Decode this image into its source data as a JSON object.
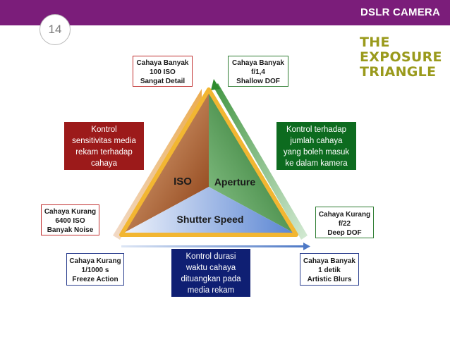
{
  "header": {
    "title": "DSLR CAMERA",
    "slide_number": "14"
  },
  "brand": {
    "lines": [
      "THE",
      "EXPOSURE",
      "TRIANGLE"
    ]
  },
  "triangle": {
    "iso_label": "ISO",
    "aperture_label": "Aperture",
    "shutter_label": "Shutter Speed"
  },
  "iso_high_box": {
    "lines": [
      "Cahaya Banyak",
      "100 ISO",
      "Sangat Detail"
    ]
  },
  "aperture_high_box": {
    "lines": [
      "Cahaya Banyak",
      "f/1,4",
      "Shallow DOF"
    ]
  },
  "iso_desc": {
    "lines": [
      "Kontrol",
      "sensitivitas media",
      "rekam terhadap",
      "cahaya"
    ]
  },
  "aperture_desc": {
    "lines": [
      "Kontrol terhadap",
      "jumlah cahaya",
      "yang boleh masuk",
      "ke dalam kamera"
    ]
  },
  "iso_low_box": {
    "lines": [
      "Cahaya Kurang",
      "6400 ISO",
      "Banyak Noise"
    ]
  },
  "aperture_low_box": {
    "lines": [
      "Cahaya Kurang",
      "f/22",
      "Deep DOF"
    ]
  },
  "shutter_low_box": {
    "lines": [
      "Cahaya Kurang",
      "1/1000 s",
      "Freeze Action"
    ]
  },
  "shutter_desc": {
    "lines": [
      "Kontrol durasi",
      "waktu cahaya",
      "dituangkan pada",
      "media rekam"
    ]
  },
  "shutter_high_box": {
    "lines": [
      "Cahaya Banyak",
      "1 detik",
      "Artistic Blurs"
    ]
  },
  "colors": {
    "header": "#7b1d7a",
    "iso": "#a0522d",
    "aperture": "#2e7d32",
    "shutter": "#5b7fc4",
    "triangle_border": "#f2b632",
    "desc_red": "#9c1a1a",
    "desc_green": "#0d6b1f",
    "desc_navy": "#0f1f73",
    "brand": "#9a9a1c"
  }
}
